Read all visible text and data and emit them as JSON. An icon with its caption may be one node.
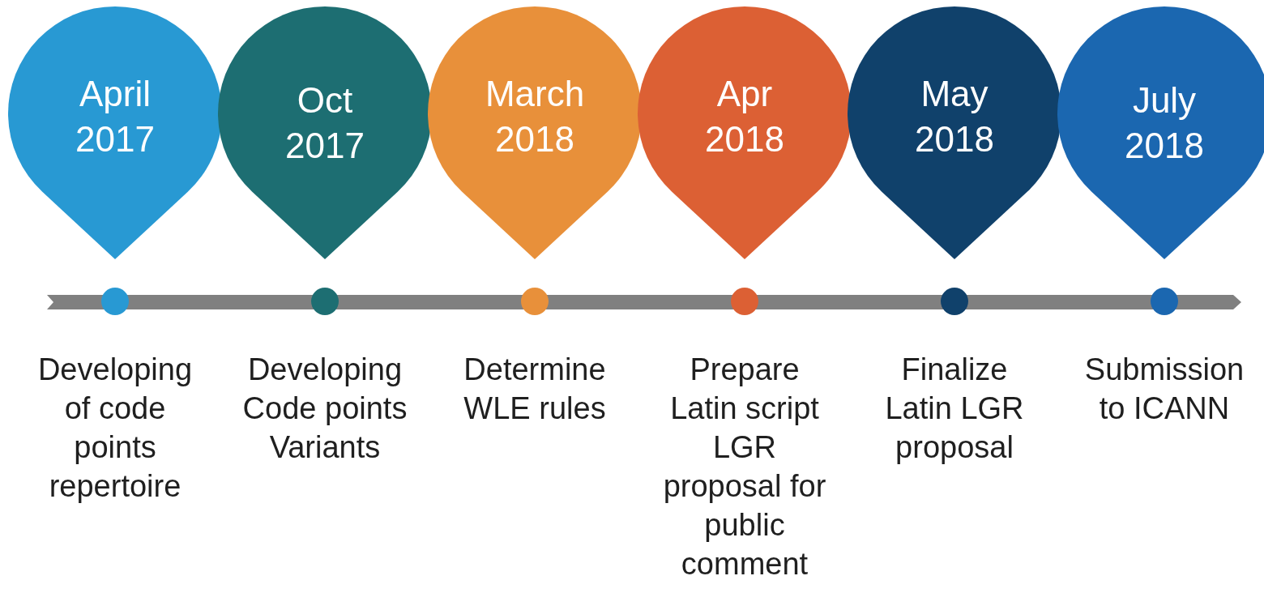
{
  "diagram": {
    "nodes": [
      {
        "text": [
          "April 2017"
        ],
        "beside": [
          "Developing of code points repertoire"
        ]
      },
      {
        "text": [
          "Oct 2017"
        ],
        "beside": [
          "Developing Code points Variants"
        ]
      },
      {
        "text": [
          "March 2018"
        ],
        "beside": [
          "Determine WLE rules"
        ]
      },
      {
        "text": [
          "Apr 2018"
        ],
        "beside": [
          "Prepare Latin script LGR proposal for public comment"
        ]
      },
      {
        "text": [
          "May 2018"
        ],
        "beside": [
          "Finalize Latin LGR proposal"
        ]
      },
      {
        "text": [
          "July 2018"
        ],
        "beside": [
          "Submission to ICANN"
        ]
      }
    ]
  }
}
